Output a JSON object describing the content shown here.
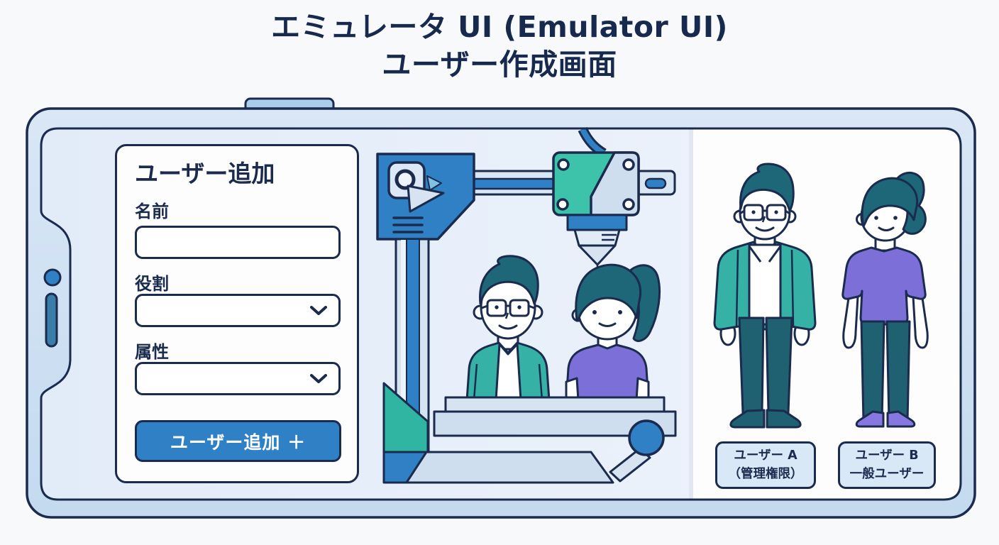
{
  "title": {
    "line1": "エミュレータ UI (Emulator UI)",
    "line2": "ユーザー作成画面"
  },
  "form": {
    "heading": "ユーザー追加",
    "fields": [
      {
        "label": "名前",
        "type": "text",
        "value": ""
      },
      {
        "label": "役割",
        "type": "select",
        "value": ""
      },
      {
        "label": "属性",
        "type": "select",
        "value": ""
      }
    ],
    "submit_label": "ユーザー追加 ＋"
  },
  "users": [
    {
      "name": "ユーザー A",
      "role": "（管理権限）"
    },
    {
      "name": "ユーザー B",
      "role": "一般ユーザー"
    }
  ],
  "icons": {
    "chevron_down": "chevron-down-icon",
    "camera": "camera-icon",
    "speaker": "speaker-grille-icon",
    "power_button": "power-button"
  },
  "colors": {
    "outline_navy": "#1b2b4e",
    "accent_blue": "#2f80c5",
    "bezel_blue": "#cde0f2",
    "screen_blue": "#e7effa",
    "machine_teal": "#3cc3a9",
    "jacket_teal": "#35b1a6",
    "hair_teal": "#1d6779",
    "pants_teal": "#1f6071",
    "shirt_purple": "#7d6fd8",
    "shoe_purple": "#8678e0",
    "slab_blue": "#d7e3f1",
    "badge_bg": "#d9e8f7"
  }
}
